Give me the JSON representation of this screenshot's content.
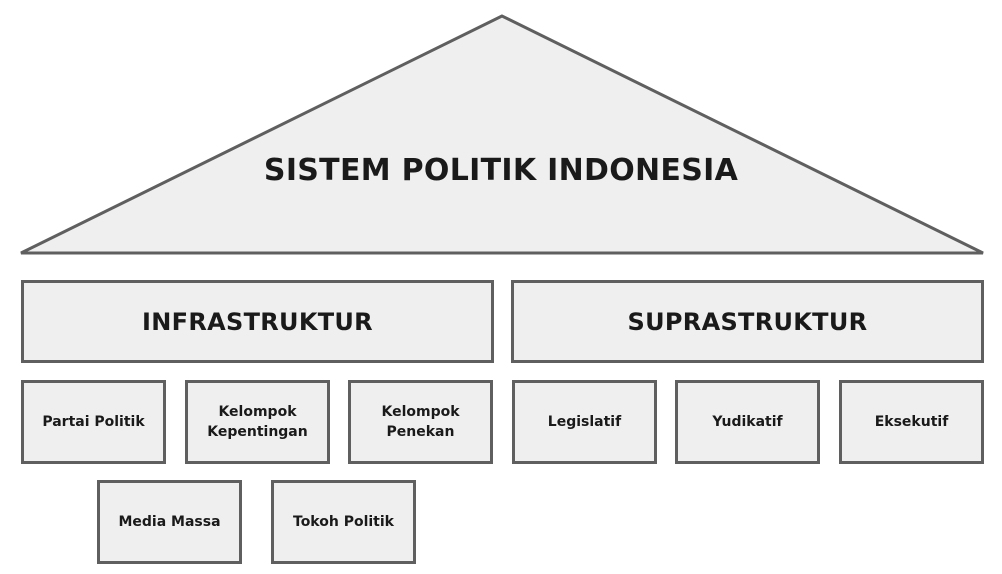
{
  "title": "SISTEM POLITIK INDONESIA",
  "colors": {
    "fill": "#efefef",
    "stroke": "#5f5f5f",
    "text": "#1a1a1a"
  },
  "infrastruktur": {
    "label": "INFRASTRUKTUR",
    "items": [
      "Partai Politik",
      "Kelompok\nKepentingan",
      "Kelompok\nPenekan",
      "Media Massa",
      "Tokoh Politik"
    ]
  },
  "suprastruktur": {
    "label": "SUPRASTRUKTUR",
    "items": [
      "Legislatif",
      "Yudikatif",
      "Eksekutif"
    ]
  }
}
